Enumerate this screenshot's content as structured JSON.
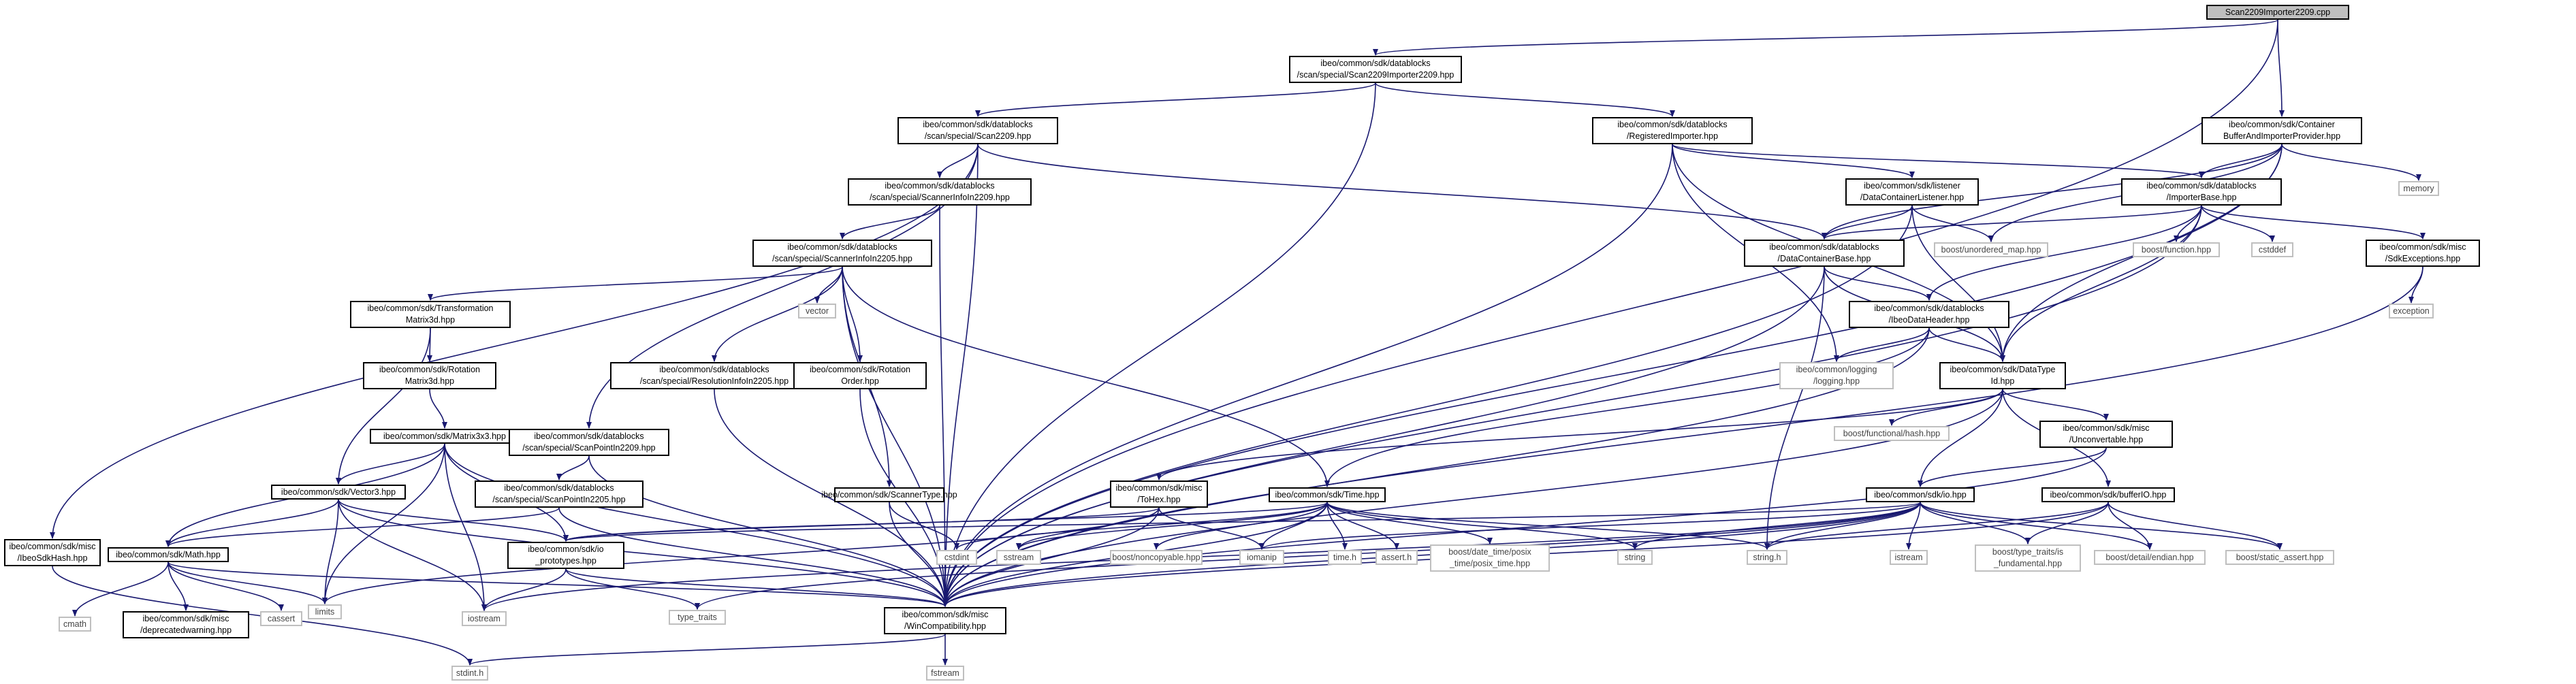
{
  "diagram": {
    "type": "include-dependency-graph",
    "nodes": [
      {
        "id": "root",
        "lines": [
          "Scan2209Importer2209.cpp"
        ],
        "kind": "root"
      },
      {
        "id": "imp",
        "lines": [
          "ibeo/common/sdk/datablocks",
          "/scan/special/Scan2209Importer2209.hpp"
        ],
        "kind": "file"
      },
      {
        "id": "cbip",
        "lines": [
          "ibeo/common/sdk/Container",
          "BufferAndImporterProvider.hpp"
        ],
        "kind": "file"
      },
      {
        "id": "scan2209",
        "lines": [
          "ibeo/common/sdk/datablocks",
          "/scan/special/Scan2209.hpp"
        ],
        "kind": "file"
      },
      {
        "id": "regimp",
        "lines": [
          "ibeo/common/sdk/datablocks",
          "/RegisteredImporter.hpp"
        ],
        "kind": "file"
      },
      {
        "id": "memory",
        "lines": [
          "memory"
        ],
        "kind": "ext"
      },
      {
        "id": "sinfo2209",
        "lines": [
          "ibeo/common/sdk/datablocks",
          "/scan/special/ScannerInfoIn2209.hpp"
        ],
        "kind": "file"
      },
      {
        "id": "dcl",
        "lines": [
          "ibeo/common/sdk/listener",
          "/DataContainerListener.hpp"
        ],
        "kind": "file"
      },
      {
        "id": "impbase",
        "lines": [
          "ibeo/common/sdk/datablocks",
          "/ImporterBase.hpp"
        ],
        "kind": "file"
      },
      {
        "id": "sinfo2205",
        "lines": [
          "ibeo/common/sdk/datablocks",
          "/scan/special/ScannerInfoIn2205.hpp"
        ],
        "kind": "file"
      },
      {
        "id": "dcbase",
        "lines": [
          "ibeo/common/sdk/datablocks",
          "/DataContainerBase.hpp"
        ],
        "kind": "file"
      },
      {
        "id": "umap",
        "lines": [
          "boost/unordered_map.hpp"
        ],
        "kind": "ext"
      },
      {
        "id": "bfunc",
        "lines": [
          "boost/function.hpp"
        ],
        "kind": "ext"
      },
      {
        "id": "cstddef",
        "lines": [
          "cstddef"
        ],
        "kind": "ext"
      },
      {
        "id": "sdkexc",
        "lines": [
          "ibeo/common/sdk/misc",
          "/SdkExceptions.hpp"
        ],
        "kind": "file"
      },
      {
        "id": "tmat",
        "lines": [
          "ibeo/common/sdk/Transformation",
          "Matrix3d.hpp"
        ],
        "kind": "file"
      },
      {
        "id": "vector",
        "lines": [
          "vector"
        ],
        "kind": "ext"
      },
      {
        "id": "ibeohdr",
        "lines": [
          "ibeo/common/sdk/datablocks",
          "/IbeoDataHeader.hpp"
        ],
        "kind": "file"
      },
      {
        "id": "exception",
        "lines": [
          "exception"
        ],
        "kind": "ext"
      },
      {
        "id": "rot",
        "lines": [
          "ibeo/common/sdk/Rotation",
          "Matrix3d.hpp"
        ],
        "kind": "file"
      },
      {
        "id": "resinfo",
        "lines": [
          "ibeo/common/sdk/datablocks",
          "/scan/special/ResolutionInfoIn2205.hpp"
        ],
        "kind": "file"
      },
      {
        "id": "rotorder",
        "lines": [
          "ibeo/common/sdk/Rotation",
          "Order.hpp"
        ],
        "kind": "file"
      },
      {
        "id": "logging",
        "lines": [
          "ibeo/common/logging",
          "/logging.hpp"
        ],
        "kind": "ext"
      },
      {
        "id": "dtype",
        "lines": [
          "ibeo/common/sdk/DataType",
          "Id.hpp"
        ],
        "kind": "file"
      },
      {
        "id": "mat3",
        "lines": [
          "ibeo/common/sdk/Matrix3x3.hpp"
        ],
        "kind": "file"
      },
      {
        "id": "sp2209",
        "lines": [
          "ibeo/common/sdk/datablocks",
          "/scan/special/ScanPointIn2209.hpp"
        ],
        "kind": "file"
      },
      {
        "id": "bfhash",
        "lines": [
          "boost/functional/hash.hpp"
        ],
        "kind": "ext"
      },
      {
        "id": "unconv",
        "lines": [
          "ibeo/common/sdk/misc",
          "/Unconvertable.hpp"
        ],
        "kind": "file"
      },
      {
        "id": "vec3",
        "lines": [
          "ibeo/common/sdk/Vector3.hpp"
        ],
        "kind": "file"
      },
      {
        "id": "sp2205",
        "lines": [
          "ibeo/common/sdk/datablocks",
          "/scan/special/ScanPointIn2205.hpp"
        ],
        "kind": "file"
      },
      {
        "id": "stype",
        "lines": [
          "ibeo/common/sdk/ScannerType.hpp"
        ],
        "kind": "file"
      },
      {
        "id": "tohex",
        "lines": [
          "ibeo/common/sdk/misc",
          "/ToHex.hpp"
        ],
        "kind": "file"
      },
      {
        "id": "time",
        "lines": [
          "ibeo/common/sdk/Time.hpp"
        ],
        "kind": "file"
      },
      {
        "id": "io",
        "lines": [
          "ibeo/common/sdk/io.hpp"
        ],
        "kind": "file"
      },
      {
        "id": "bufio",
        "lines": [
          "ibeo/common/sdk/bufferIO.hpp"
        ],
        "kind": "file"
      },
      {
        "id": "sdkhash",
        "lines": [
          "ibeo/common/sdk/misc",
          "/IbeoSdkHash.hpp"
        ],
        "kind": "file"
      },
      {
        "id": "math",
        "lines": [
          "ibeo/common/sdk/Math.hpp"
        ],
        "kind": "file"
      },
      {
        "id": "ioproto",
        "lines": [
          "ibeo/common/sdk/io",
          "_prototypes.hpp"
        ],
        "kind": "file"
      },
      {
        "id": "cstdint",
        "lines": [
          "cstdint"
        ],
        "kind": "ext"
      },
      {
        "id": "sstream",
        "lines": [
          "sstream"
        ],
        "kind": "ext"
      },
      {
        "id": "noncopy",
        "lines": [
          "boost/noncopyable.hpp"
        ],
        "kind": "ext"
      },
      {
        "id": "iomanip",
        "lines": [
          "iomanip"
        ],
        "kind": "ext"
      },
      {
        "id": "timeh",
        "lines": [
          "time.h"
        ],
        "kind": "ext"
      },
      {
        "id": "asserth",
        "lines": [
          "assert.h"
        ],
        "kind": "ext"
      },
      {
        "id": "posix",
        "lines": [
          "boost/date_time/posix",
          "_time/posix_time.hpp"
        ],
        "kind": "ext"
      },
      {
        "id": "string",
        "lines": [
          "string"
        ],
        "kind": "ext"
      },
      {
        "id": "stringh",
        "lines": [
          "string.h"
        ],
        "kind": "ext"
      },
      {
        "id": "istream",
        "lines": [
          "istream"
        ],
        "kind": "ext"
      },
      {
        "id": "tfund",
        "lines": [
          "boost/type_traits/is",
          "_fundamental.hpp"
        ],
        "kind": "ext"
      },
      {
        "id": "endian",
        "lines": [
          "boost/detail/endian.hpp"
        ],
        "kind": "ext"
      },
      {
        "id": "sassert",
        "lines": [
          "boost/static_assert.hpp"
        ],
        "kind": "ext"
      },
      {
        "id": "cmath",
        "lines": [
          "cmath"
        ],
        "kind": "ext"
      },
      {
        "id": "deprec",
        "lines": [
          "ibeo/common/sdk/misc",
          "/deprecatedwarning.hpp"
        ],
        "kind": "file"
      },
      {
        "id": "cassert",
        "lines": [
          "cassert"
        ],
        "kind": "ext"
      },
      {
        "id": "limits",
        "lines": [
          "limits"
        ],
        "kind": "ext"
      },
      {
        "id": "iostream",
        "lines": [
          "iostream"
        ],
        "kind": "ext"
      },
      {
        "id": "typetraits",
        "lines": [
          "type_traits"
        ],
        "kind": "ext"
      },
      {
        "id": "wincompat",
        "lines": [
          "ibeo/common/sdk/misc",
          "/WinCompatibility.hpp"
        ],
        "kind": "file"
      },
      {
        "id": "stdinth",
        "lines": [
          "stdint.h"
        ],
        "kind": "ext"
      },
      {
        "id": "fstream",
        "lines": [
          "fstream"
        ],
        "kind": "ext"
      }
    ],
    "edges": [
      [
        "root",
        "imp"
      ],
      [
        "root",
        "cbip"
      ],
      [
        "root",
        "wincompat"
      ],
      [
        "imp",
        "scan2209"
      ],
      [
        "imp",
        "regimp"
      ],
      [
        "imp",
        "wincompat"
      ],
      [
        "cbip",
        "impbase"
      ],
      [
        "cbip",
        "dcbase"
      ],
      [
        "cbip",
        "umap"
      ],
      [
        "cbip",
        "memory"
      ],
      [
        "cbip",
        "dtype"
      ],
      [
        "cbip",
        "wincompat"
      ],
      [
        "scan2209",
        "sinfo2209"
      ],
      [
        "scan2209",
        "sp2209"
      ],
      [
        "scan2209",
        "dcbase"
      ],
      [
        "scan2209",
        "sdkhash"
      ],
      [
        "scan2209",
        "wincompat"
      ],
      [
        "regimp",
        "dcl"
      ],
      [
        "regimp",
        "impbase"
      ],
      [
        "regimp",
        "dtype"
      ],
      [
        "regimp",
        "logging"
      ],
      [
        "regimp",
        "wincompat"
      ],
      [
        "sinfo2209",
        "sinfo2205"
      ],
      [
        "sinfo2209",
        "wincompat"
      ],
      [
        "dcl",
        "dcbase"
      ],
      [
        "dcl",
        "umap"
      ],
      [
        "dcl",
        "dtype"
      ],
      [
        "dcl",
        "wincompat"
      ],
      [
        "impbase",
        "dcbase"
      ],
      [
        "impbase",
        "ibeohdr"
      ],
      [
        "impbase",
        "bfunc"
      ],
      [
        "impbase",
        "cstddef"
      ],
      [
        "impbase",
        "sdkexc"
      ],
      [
        "impbase",
        "dtype"
      ],
      [
        "impbase",
        "wincompat"
      ],
      [
        "sinfo2205",
        "tmat"
      ],
      [
        "sinfo2205",
        "vector"
      ],
      [
        "sinfo2205",
        "resinfo"
      ],
      [
        "sinfo2205",
        "rotorder"
      ],
      [
        "sinfo2205",
        "stype"
      ],
      [
        "sinfo2205",
        "time"
      ],
      [
        "sinfo2205",
        "wincompat"
      ],
      [
        "dcbase",
        "ibeohdr"
      ],
      [
        "dcbase",
        "dtype"
      ],
      [
        "dcbase",
        "stringh"
      ],
      [
        "dcbase",
        "wincompat"
      ],
      [
        "sdkexc",
        "exception"
      ],
      [
        "sdkexc",
        "wincompat"
      ],
      [
        "tmat",
        "rot"
      ],
      [
        "tmat",
        "vec3"
      ],
      [
        "ibeohdr",
        "time"
      ],
      [
        "ibeohdr",
        "dtype"
      ],
      [
        "ibeohdr",
        "logging"
      ],
      [
        "ibeohdr",
        "wincompat"
      ],
      [
        "rot",
        "mat3"
      ],
      [
        "resinfo",
        "wincompat"
      ],
      [
        "rotorder",
        "wincompat"
      ],
      [
        "dtype",
        "bfhash"
      ],
      [
        "dtype",
        "unconv"
      ],
      [
        "dtype",
        "io"
      ],
      [
        "dtype",
        "bufio"
      ],
      [
        "dtype",
        "tohex"
      ],
      [
        "dtype",
        "wincompat"
      ],
      [
        "mat3",
        "vec3"
      ],
      [
        "mat3",
        "math"
      ],
      [
        "mat3",
        "ioproto"
      ],
      [
        "mat3",
        "limits"
      ],
      [
        "mat3",
        "iostream"
      ],
      [
        "mat3",
        "wincompat"
      ],
      [
        "sp2209",
        "sp2205"
      ],
      [
        "sp2209",
        "wincompat"
      ],
      [
        "unconv",
        "io"
      ],
      [
        "unconv",
        "wincompat"
      ],
      [
        "vec3",
        "math"
      ],
      [
        "vec3",
        "ioproto"
      ],
      [
        "vec3",
        "limits"
      ],
      [
        "vec3",
        "iostream"
      ],
      [
        "vec3",
        "wincompat"
      ],
      [
        "sp2205",
        "math"
      ],
      [
        "sp2205",
        "wincompat"
      ],
      [
        "stype",
        "cstdint"
      ],
      [
        "stype",
        "wincompat"
      ],
      [
        "tohex",
        "sstream"
      ],
      [
        "tohex",
        "iomanip"
      ],
      [
        "tohex",
        "ioproto"
      ],
      [
        "tohex",
        "limits"
      ],
      [
        "tohex",
        "wincompat"
      ],
      [
        "time",
        "ioproto"
      ],
      [
        "time",
        "noncopy"
      ],
      [
        "time",
        "iomanip"
      ],
      [
        "time",
        "timeh"
      ],
      [
        "time",
        "asserth"
      ],
      [
        "time",
        "posix"
      ],
      [
        "time",
        "string"
      ],
      [
        "time",
        "stringh"
      ],
      [
        "time",
        "sstream"
      ],
      [
        "time",
        "cstdint"
      ],
      [
        "time",
        "wincompat"
      ],
      [
        "io",
        "ioproto"
      ],
      [
        "io",
        "iomanip"
      ],
      [
        "io",
        "string"
      ],
      [
        "io",
        "stringh"
      ],
      [
        "io",
        "istream"
      ],
      [
        "io",
        "tfund"
      ],
      [
        "io",
        "endian"
      ],
      [
        "io",
        "sassert"
      ],
      [
        "io",
        "iostream"
      ],
      [
        "io",
        "typetraits"
      ],
      [
        "io",
        "wincompat"
      ],
      [
        "bufio",
        "stringh"
      ],
      [
        "bufio",
        "tfund"
      ],
      [
        "bufio",
        "endian"
      ],
      [
        "bufio",
        "sassert"
      ],
      [
        "bufio",
        "wincompat"
      ],
      [
        "sdkhash",
        "stdinth"
      ],
      [
        "math",
        "cmath"
      ],
      [
        "math",
        "deprec"
      ],
      [
        "math",
        "cassert"
      ],
      [
        "math",
        "limits"
      ],
      [
        "math",
        "wincompat"
      ],
      [
        "ioproto",
        "iostream"
      ],
      [
        "ioproto",
        "typetraits"
      ],
      [
        "ioproto",
        "wincompat"
      ],
      [
        "wincompat",
        "stdinth"
      ],
      [
        "wincompat",
        "fstream"
      ]
    ]
  }
}
